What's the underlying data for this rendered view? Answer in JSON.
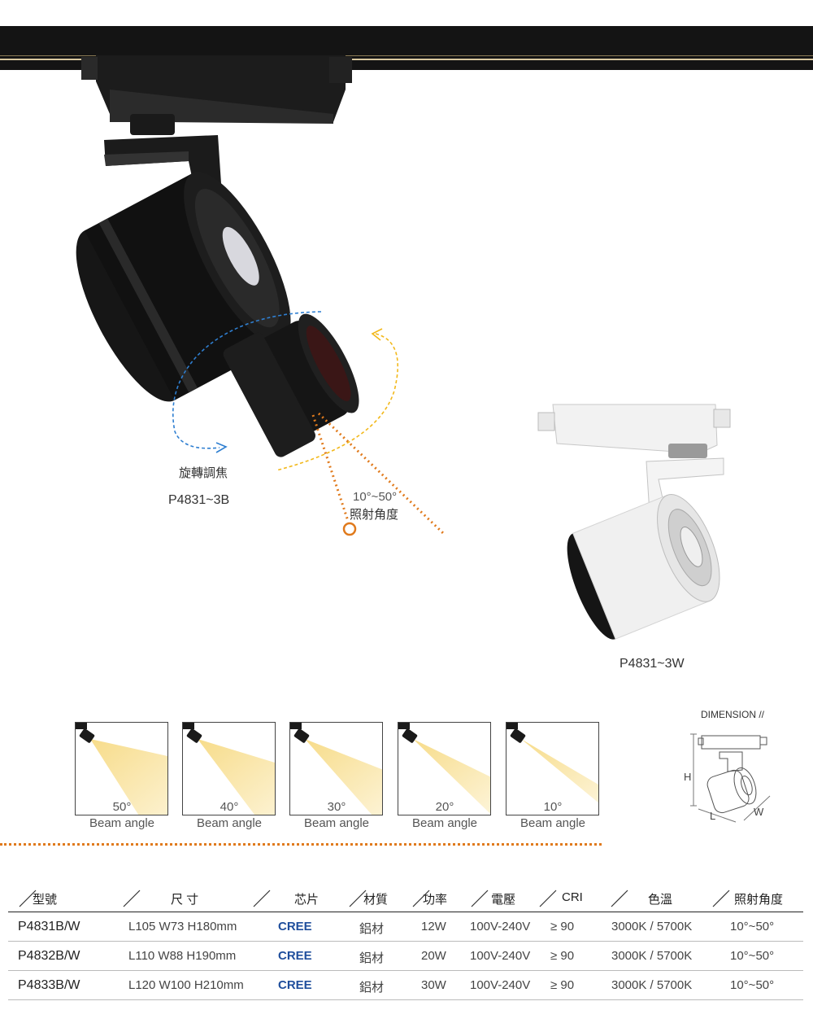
{
  "product_black": {
    "model": "P4831~3B",
    "focus_label": "旋轉調焦",
    "beam_range": "10°~50°",
    "beam_range_label": "照射角度"
  },
  "product_white": {
    "model": "P4831~3W"
  },
  "dimension": {
    "title": "DIMENSION //",
    "h": "H",
    "l": "L",
    "w": "W"
  },
  "beam_angles": [
    {
      "deg": "50°",
      "label": "Beam angle"
    },
    {
      "deg": "40°",
      "label": "Beam angle"
    },
    {
      "deg": "30°",
      "label": "Beam angle"
    },
    {
      "deg": "20°",
      "label": "Beam angle"
    },
    {
      "deg": "10°",
      "label": "Beam angle"
    }
  ],
  "table": {
    "headers": [
      "型號",
      "尺 寸",
      "芯片",
      "材質",
      "功率",
      "電壓",
      "CRI",
      "色溫",
      "照射角度"
    ],
    "rows": [
      [
        "P4831B/W",
        "L105 W73 H180mm",
        "CREE",
        "鋁材",
        "12W",
        "100V-240V",
        "≥ 90",
        "3000K / 5700K",
        "10°~50°"
      ],
      [
        "P4832B/W",
        "L110 W88 H190mm",
        "CREE",
        "鋁材",
        "20W",
        "100V-240V",
        "≥ 90",
        "3000K / 5700K",
        "10°~50°"
      ],
      [
        "P4833B/W",
        "L120 W100 H210mm",
        "CREE",
        "鋁材",
        "30W",
        "100V-240V",
        "≥ 90",
        "3000K / 5700K",
        "10°~50°"
      ]
    ]
  },
  "colors": {
    "accent_orange": "#e07a1c",
    "accent_blue": "#2f7fd1",
    "accent_yellow": "#f2b81b",
    "cree_blue": "#1f4e9c"
  }
}
